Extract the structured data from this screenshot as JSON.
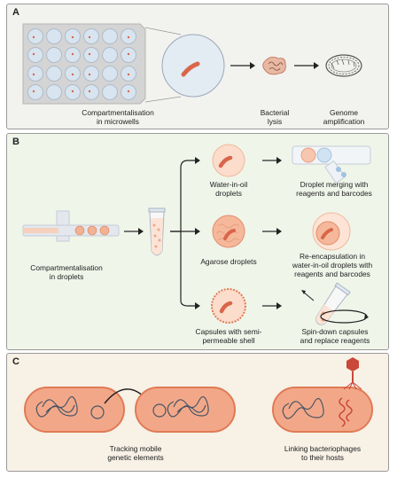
{
  "panelA": {
    "tag": "A",
    "microwells_label": "Compartmentalisation\nin microwells",
    "lysis_label": "Bacterial\nlysis",
    "amplification_label": "Genome\namplification"
  },
  "panelB": {
    "tag": "B",
    "droplets_label": "Compartmentalisation\nin droplets",
    "water_in_oil_label": "Water-in-oil\ndroplets",
    "merging_label": "Droplet merging with\nreagents and barcodes",
    "agarose_label": "Agarose droplets",
    "reencapsulation_label": "Re-encapsulation in\nwater-in-oil droplets with\nreagents and barcodes",
    "capsules_label": "Capsules with semi-\npermeable shell",
    "spin_label": "Spin-down capsules\nand replace reagents"
  },
  "panelC": {
    "tag": "C",
    "tracking_label": "Tracking mobile\ngenetic elements",
    "linking_label": "Linking bacteriophages\nto their hosts"
  },
  "colors": {
    "cell_fill": "#f2a888",
    "cell_border": "#e07a55",
    "bacterium": "#d9664a",
    "well": "#d8e4ef",
    "plate": "#d4d4d4",
    "arrow": "#222222",
    "dna_dark": "#4a5566",
    "dna_red": "#c9483a",
    "phage": "#c9483a"
  }
}
